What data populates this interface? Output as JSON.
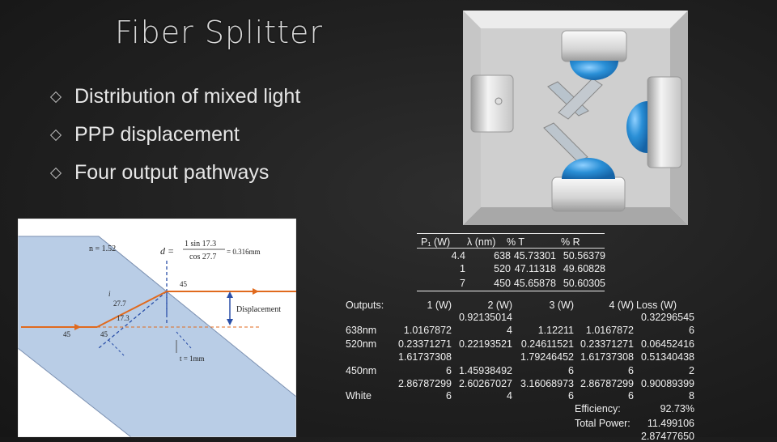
{
  "slide": {
    "title": "Fiber Splitter",
    "bullets": [
      "Distribution of mixed light",
      "PPP displacement",
      "Four output pathways"
    ]
  },
  "diagram": {
    "n_label": "n = 1.52",
    "formula_lhs": "d =",
    "formula_num": "1 sin 17.3",
    "formula_den": "cos 27.7",
    "formula_rhs": "= 0.316mm",
    "angle_45_top": "45",
    "angle_i": "i",
    "angle_277": "27.7",
    "angle_173": "17.3",
    "angle_45_left": "45",
    "angle_45_bottom": "45",
    "displacement": "Displacement",
    "thickness": "t = 1mm"
  },
  "table1": {
    "headers": [
      "P₁ (W)",
      "λ (nm)",
      "% T",
      "% R"
    ],
    "rows": [
      [
        "4.4",
        "638",
        "45.73301",
        "50.56379"
      ],
      [
        "1",
        "520",
        "47.11318",
        "49.60828"
      ],
      [
        "7",
        "450",
        "45.65878",
        "50.60305"
      ]
    ]
  },
  "table2": {
    "outputs_label": "Outputs:",
    "headers": [
      "1 (W)",
      "2 (W)",
      "3 (W)",
      "4 (W)",
      "Loss (W)"
    ],
    "row_labels": [
      "638nm",
      "520nm",
      "450nm",
      "White"
    ],
    "cells": [
      {
        "col": 1,
        "line": 1,
        "text": "0.92135014"
      },
      {
        "col": 4,
        "line": 1,
        "text": "0.32296545"
      },
      {
        "col": 0,
        "line": 2,
        "text": "1.0167872"
      },
      {
        "col": 1,
        "line": 2,
        "text": "4"
      },
      {
        "col": 2,
        "line": 2,
        "text": "1.12211"
      },
      {
        "col": 3,
        "line": 2,
        "text": "1.0167872"
      },
      {
        "col": 4,
        "line": 2,
        "text": "6"
      },
      {
        "col": 0,
        "line": 3,
        "text": "0.23371271"
      },
      {
        "col": 1,
        "line": 3,
        "text": "0.22193521"
      },
      {
        "col": 2,
        "line": 3,
        "text": "0.24611521"
      },
      {
        "col": 3,
        "line": 3,
        "text": "0.23371271"
      },
      {
        "col": 4,
        "line": 3,
        "text": "0.06452416"
      },
      {
        "col": 0,
        "line": 4,
        "text": "1.61737308"
      },
      {
        "col": 2,
        "line": 4,
        "text": "1.79246452"
      },
      {
        "col": 3,
        "line": 4,
        "text": "1.61737308"
      },
      {
        "col": 4,
        "line": 4,
        "text": "0.51340438"
      },
      {
        "col": 0,
        "line": 5,
        "text": "6"
      },
      {
        "col": 1,
        "line": 5,
        "text": "1.45938492"
      },
      {
        "col": 2,
        "line": 5,
        "text": "6"
      },
      {
        "col": 3,
        "line": 5,
        "text": "6"
      },
      {
        "col": 4,
        "line": 5,
        "text": "2"
      },
      {
        "col": 0,
        "line": 6,
        "text": "2.86787299"
      },
      {
        "col": 1,
        "line": 6,
        "text": "2.60267027"
      },
      {
        "col": 2,
        "line": 6,
        "text": "3.16068973"
      },
      {
        "col": 3,
        "line": 6,
        "text": "2.86787299"
      },
      {
        "col": 4,
        "line": 6,
        "text": "0.90089399"
      },
      {
        "col": 0,
        "line": 7,
        "text": "6"
      },
      {
        "col": 1,
        "line": 7,
        "text": "4"
      },
      {
        "col": 2,
        "line": 7,
        "text": "6"
      },
      {
        "col": 3,
        "line": 7,
        "text": "6"
      },
      {
        "col": 4,
        "line": 7,
        "text": "8"
      }
    ],
    "efficiency_label": "Efficiency:",
    "efficiency_value": "92.73%",
    "total_power_label": "Total Power:",
    "total_power_value": "11.499106",
    "overflow_value": "2.87477650"
  },
  "colors": {
    "background": "#202020",
    "prism_fill": "#b9cde6",
    "beam": "#e06a1e",
    "dashed_blue": "#2a4fa8",
    "dome_blue": "#2a8fd6"
  }
}
